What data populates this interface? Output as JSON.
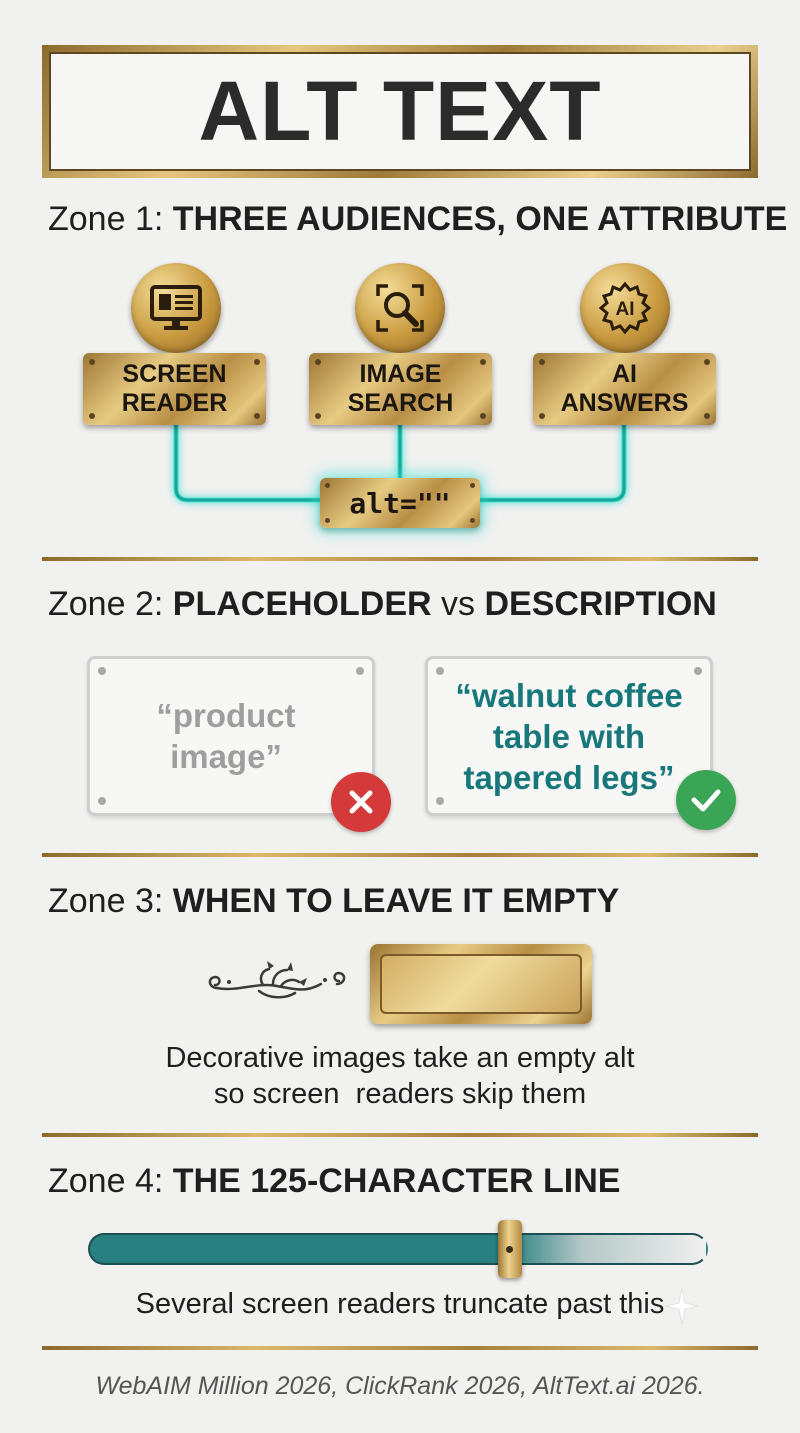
{
  "title": "ALT TEXT",
  "zone1": {
    "prefix": "Zone 1:",
    "heading": "THREE AUDIENCES, ONE ATTRIBUTE",
    "audiences": [
      {
        "line1": "SCREEN",
        "line2": "READER",
        "icon": "monitor-icon"
      },
      {
        "line1": "IMAGE",
        "line2": "SEARCH",
        "icon": "magnifier-icon"
      },
      {
        "line1": "AI",
        "line2": "ANSWERS",
        "icon": "ai-gear-icon"
      }
    ],
    "attribute": "alt=\"\"",
    "ai_badge": "AI"
  },
  "zone2": {
    "prefix": "Zone 2:",
    "heading_a": "PLACEHOLDER",
    "vs": "vs",
    "heading_b": "DESCRIPTION",
    "bad_example": "“product image”",
    "good_example": "“walnut coffee table with tapered legs”"
  },
  "zone3": {
    "prefix": "Zone 3:",
    "heading": "WHEN TO LEAVE IT EMPTY",
    "caption_line1": "Decorative images take an empty alt",
    "caption_line2": "so screen  readers skip them"
  },
  "zone4": {
    "prefix": "Zone 4:",
    "heading": "THE 125-CHARACTER LINE",
    "caption": "Several screen readers truncate past this",
    "slider_fraction": 0.68
  },
  "footer": "WebAIM Million 2026, ClickRank 2026, AltText.ai 2026.",
  "colors": {
    "gold": "#c99a3f",
    "teal": "#17777a",
    "glow": "#3fe0d0",
    "bad_red": "#d53a3a",
    "good_green": "#3aa655"
  }
}
